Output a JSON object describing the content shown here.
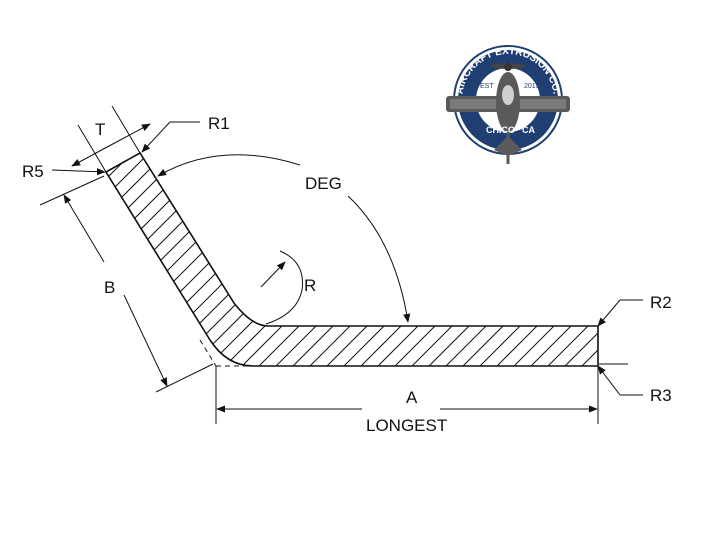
{
  "labels": {
    "t": "T",
    "r1": "R1",
    "r5": "R5",
    "deg": "DEG",
    "b": "B",
    "r": "R",
    "r2": "R2",
    "r3": "R3",
    "a": "A",
    "longest": "LONGEST"
  },
  "logo": {
    "ring_text": "AIRCRAFT EXTRUSION CO.",
    "city": "CHICO",
    "state": "CA",
    "est": "EST",
    "year": "2015"
  },
  "colors": {
    "line": "#111111",
    "logo_navy": "#1f3f73",
    "logo_gray": "#5a5a5a"
  }
}
